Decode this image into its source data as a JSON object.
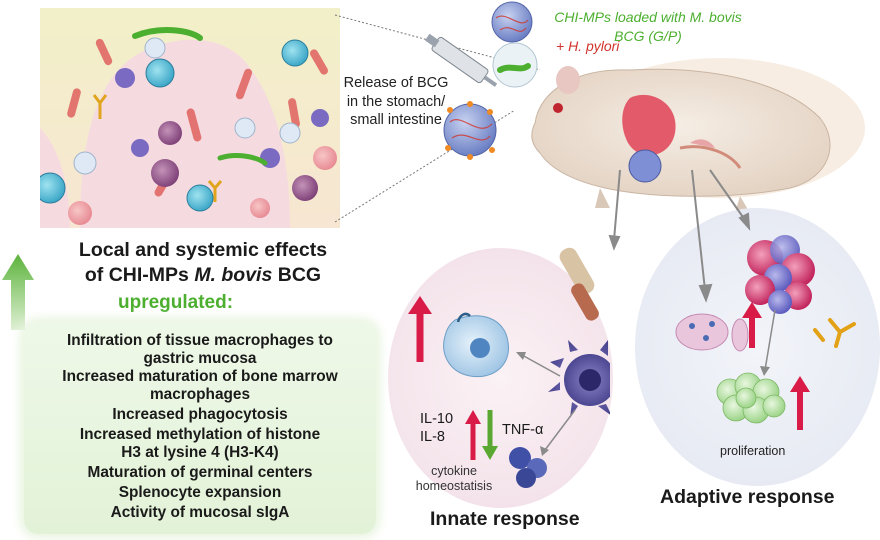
{
  "loaded_label": "CHI-MPs loaded with M. bovis BCG (G/P)",
  "hpylori_label": "+ H. pylori",
  "release_label": "Release of BCG in the stomach/ small intestine",
  "title_line1": "Local and systemic effects",
  "title_line2_prefix": "of CHI-MPs",
  "title_line2_italic": "M. bovis",
  "title_line2_suffix": "BCG",
  "upregulated_label": "upregulated:",
  "effects": [
    "Infiltration of tissue macrophages to",
    "gastric mucosa",
    "Increased maturation of bone marrow",
    "macrophages",
    "Increased phagocytosis",
    "Increased methylation of histone",
    "H3 at lysine 4 (H3-K4)",
    "Maturation  of germinal centers",
    "Splenocyte expansion",
    "Activity of mucosal sIgA"
  ],
  "il_label": "IL-10\nIL-8",
  "tnf_label": "TNF-α",
  "homeostasis_label": "cytokine homeostatisis",
  "proliferation_label": "proliferation",
  "innate_title": "Innate response",
  "adaptive_title": "Adaptive response",
  "colors": {
    "green": "#4caf2f",
    "red_arrow": "#d81b47",
    "green_arrow": "#5aa832",
    "innate_bg": "#f6e9ef",
    "adaptive_bg": "#e9edf5"
  }
}
